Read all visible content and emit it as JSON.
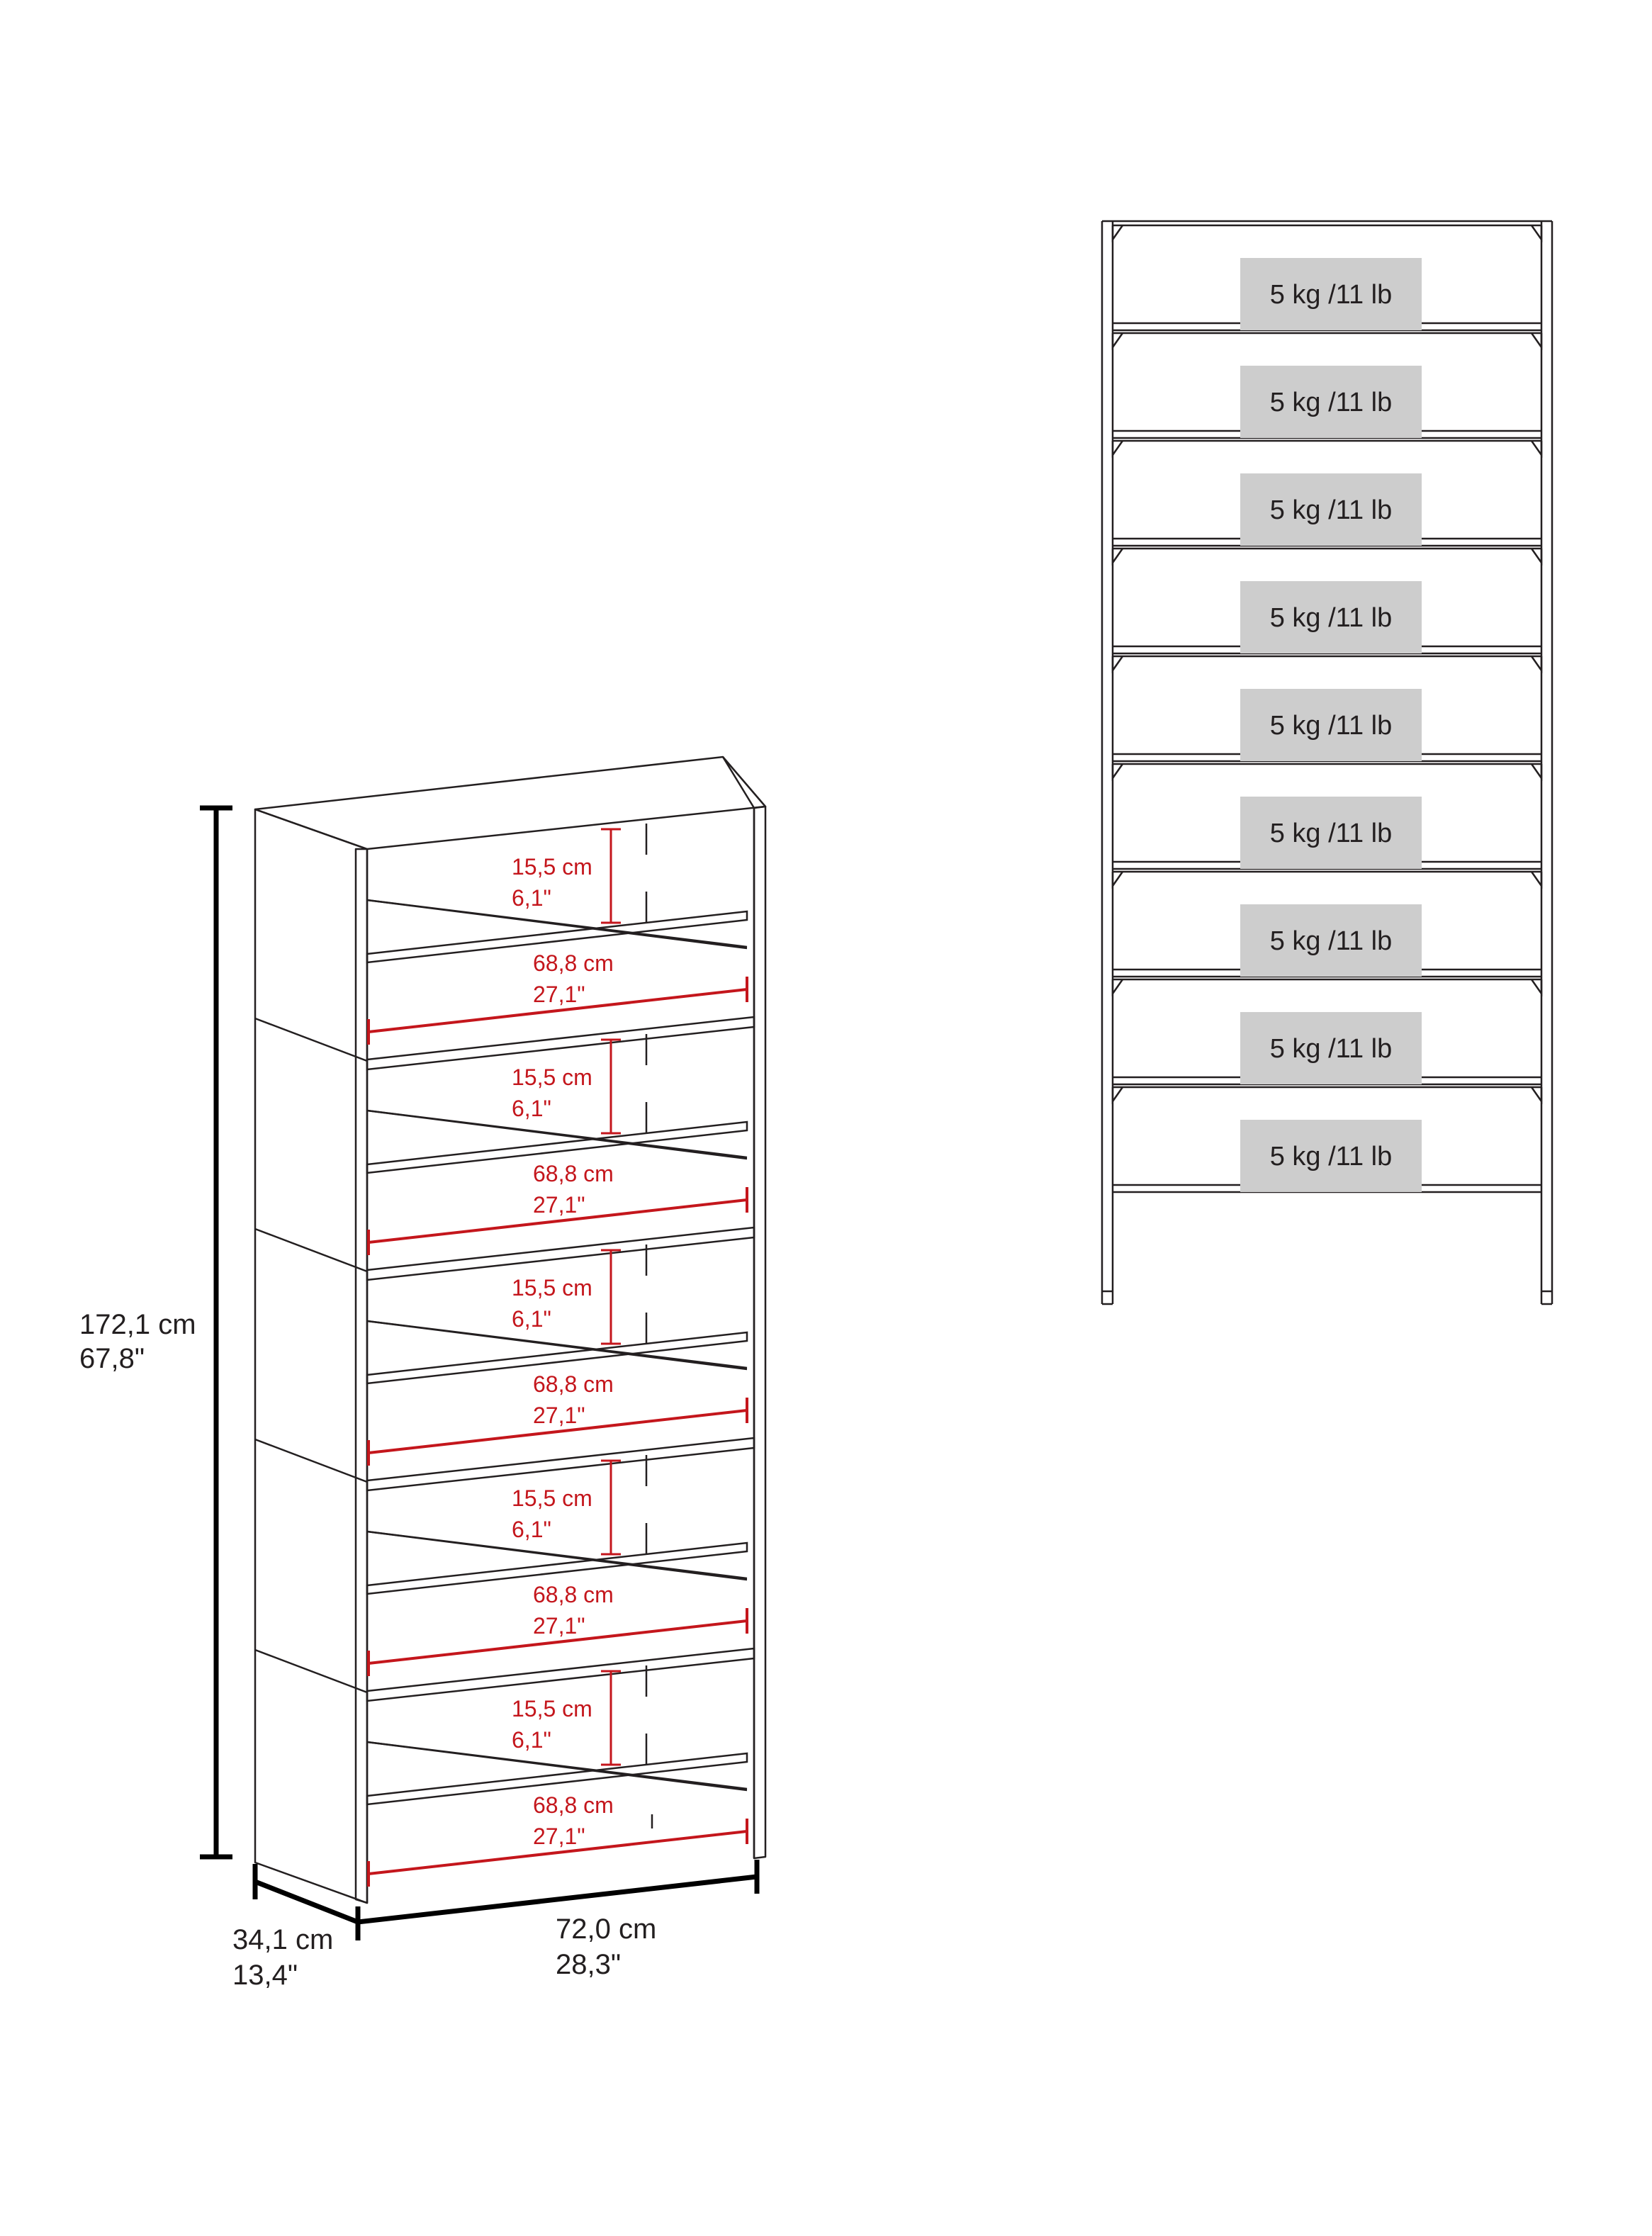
{
  "overall_dimensions": {
    "height": {
      "metric": "172,1 cm",
      "imperial": "67,8\""
    },
    "depth": {
      "metric": "34,1 cm",
      "imperial": "13,4\""
    },
    "width": {
      "metric": "72,0 cm",
      "imperial": "28,3\""
    }
  },
  "compartment": {
    "height": {
      "metric": "15,5 cm",
      "imperial": "6,1\""
    },
    "width": {
      "metric": "68,8 cm",
      "imperial": "27,1\""
    }
  },
  "shelf_units": 5,
  "load_capacity": {
    "label": "5 kg /11 lb",
    "shelves": [
      "5 kg /11 lb",
      "5 kg /11 lb",
      "5 kg /11 lb",
      "5 kg /11 lb",
      "5 kg /11 lb",
      "5 kg /11 lb",
      "5 kg /11 lb",
      "5 kg /11 lb",
      "5 kg /11 lb"
    ]
  },
  "colors": {
    "outline": "#231f20",
    "measure_red": "#c4161c",
    "load_box": "#cdcdcd"
  }
}
